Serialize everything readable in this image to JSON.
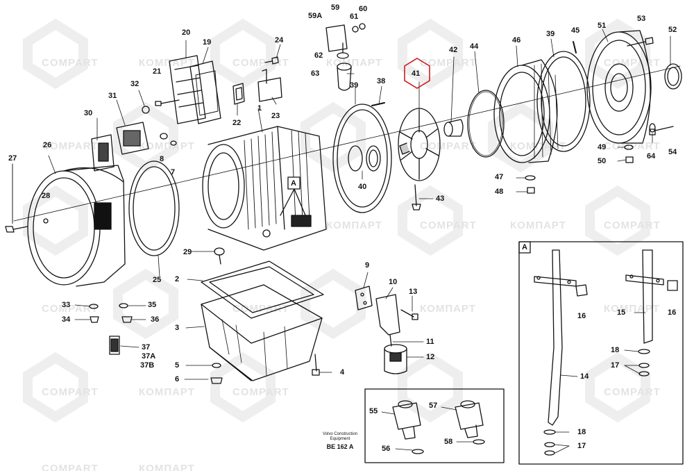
{
  "watermark": {
    "text_latin": "COMPART",
    "text_cyrillic": "КОМПАРТ"
  },
  "highlight": {
    "part": "41",
    "color": "#d11a1a"
  },
  "detail_box": {
    "label": "A"
  },
  "view_marker": {
    "label": "A"
  },
  "caption": {
    "line1": "Volvo Construction",
    "line2": "Equipment",
    "code": "BE 162 A"
  },
  "callouts": [
    "1",
    "2",
    "3",
    "4",
    "5",
    "6",
    "7",
    "8",
    "9",
    "10",
    "11",
    "12",
    "13",
    "14",
    "15",
    "16",
    "16",
    "17",
    "17",
    "18",
    "18",
    "19",
    "20",
    "21",
    "22",
    "23",
    "24",
    "25",
    "26",
    "27",
    "28",
    "29",
    "30",
    "31",
    "32",
    "33",
    "34",
    "35",
    "36",
    "37",
    "37A",
    "37B",
    "38",
    "39",
    "39",
    "40",
    "41",
    "42",
    "43",
    "44",
    "45",
    "46",
    "47",
    "48",
    "49",
    "50",
    "51",
    "52",
    "53",
    "54",
    "55",
    "56",
    "57",
    "58",
    "59",
    "59A",
    "60",
    "61",
    "62",
    "63",
    "64"
  ]
}
